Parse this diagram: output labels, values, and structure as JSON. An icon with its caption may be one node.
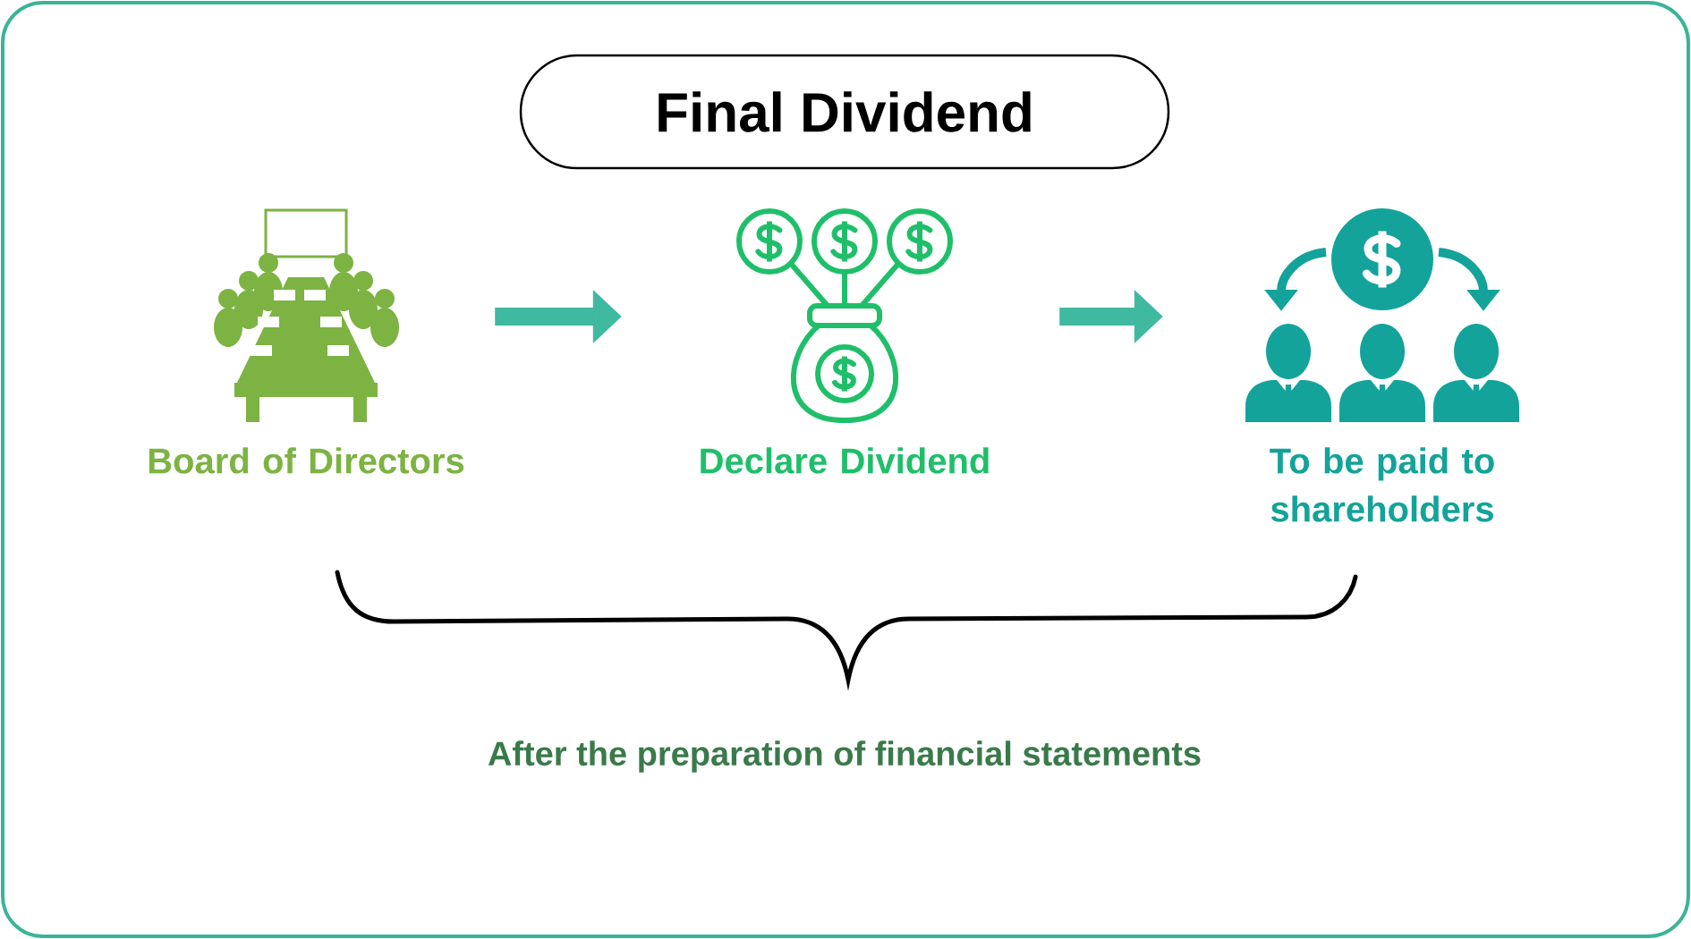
{
  "diagram": {
    "title": "Final Dividend",
    "nodes": [
      {
        "text": [
          "Board of Directors"
        ]
      },
      {
        "text": [
          "Declare Dividend"
        ]
      },
      {
        "text": [
          "To be paid to shareholders"
        ]
      }
    ],
    "edges": [
      {
        "from": 0,
        "to": 1,
        "arrow": "to"
      },
      {
        "from": 1,
        "to": 2,
        "arrow": "to"
      }
    ],
    "labels": [
      "After the preparation of financial statements"
    ]
  }
}
